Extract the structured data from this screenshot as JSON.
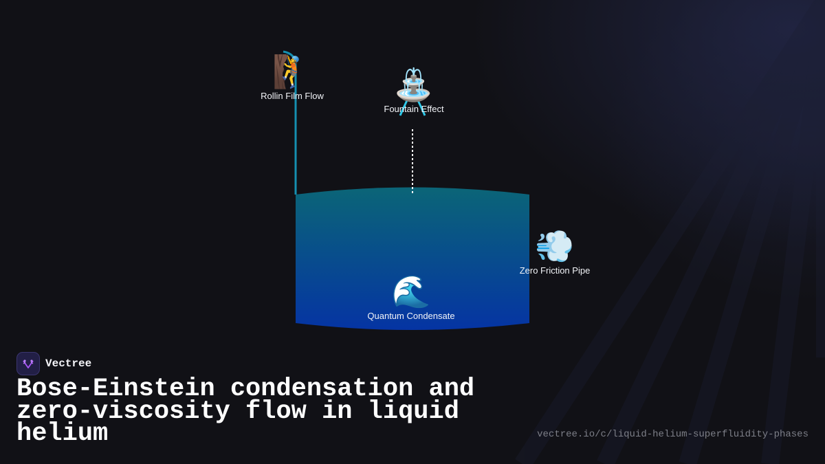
{
  "diagram": {
    "nodes": [
      {
        "id": "rollin",
        "icon": "climber-emoji",
        "emoji": "🧗",
        "label": "Rollin Film Flow"
      },
      {
        "id": "fountain",
        "icon": "fountain-emoji",
        "emoji": "⛲",
        "label": "Fountain Effect"
      },
      {
        "id": "pipe",
        "icon": "dash-wind-emoji",
        "emoji": "💨",
        "label": "Zero Friction Pipe"
      },
      {
        "id": "condensate",
        "icon": "water-wave-emoji",
        "emoji": "🌊",
        "label": "Quantum Condensate"
      }
    ],
    "container": {
      "fill_top": "#0b6577",
      "fill_bottom": "#0534a3"
    },
    "connectors": [
      {
        "from": "rollin",
        "to": "condensate",
        "style": "solid",
        "color": "#1590b0"
      },
      {
        "from": "fountain",
        "to": "condensate",
        "style": "dotted",
        "color": "#ffffff"
      }
    ]
  },
  "brand": {
    "name": "Vectree",
    "logo_color": "#a855f7"
  },
  "title": "Bose-Einstein condensation and zero-viscosity flow in liquid helium",
  "url": "vectree.io/c/liquid-helium-superfluidity-phases"
}
